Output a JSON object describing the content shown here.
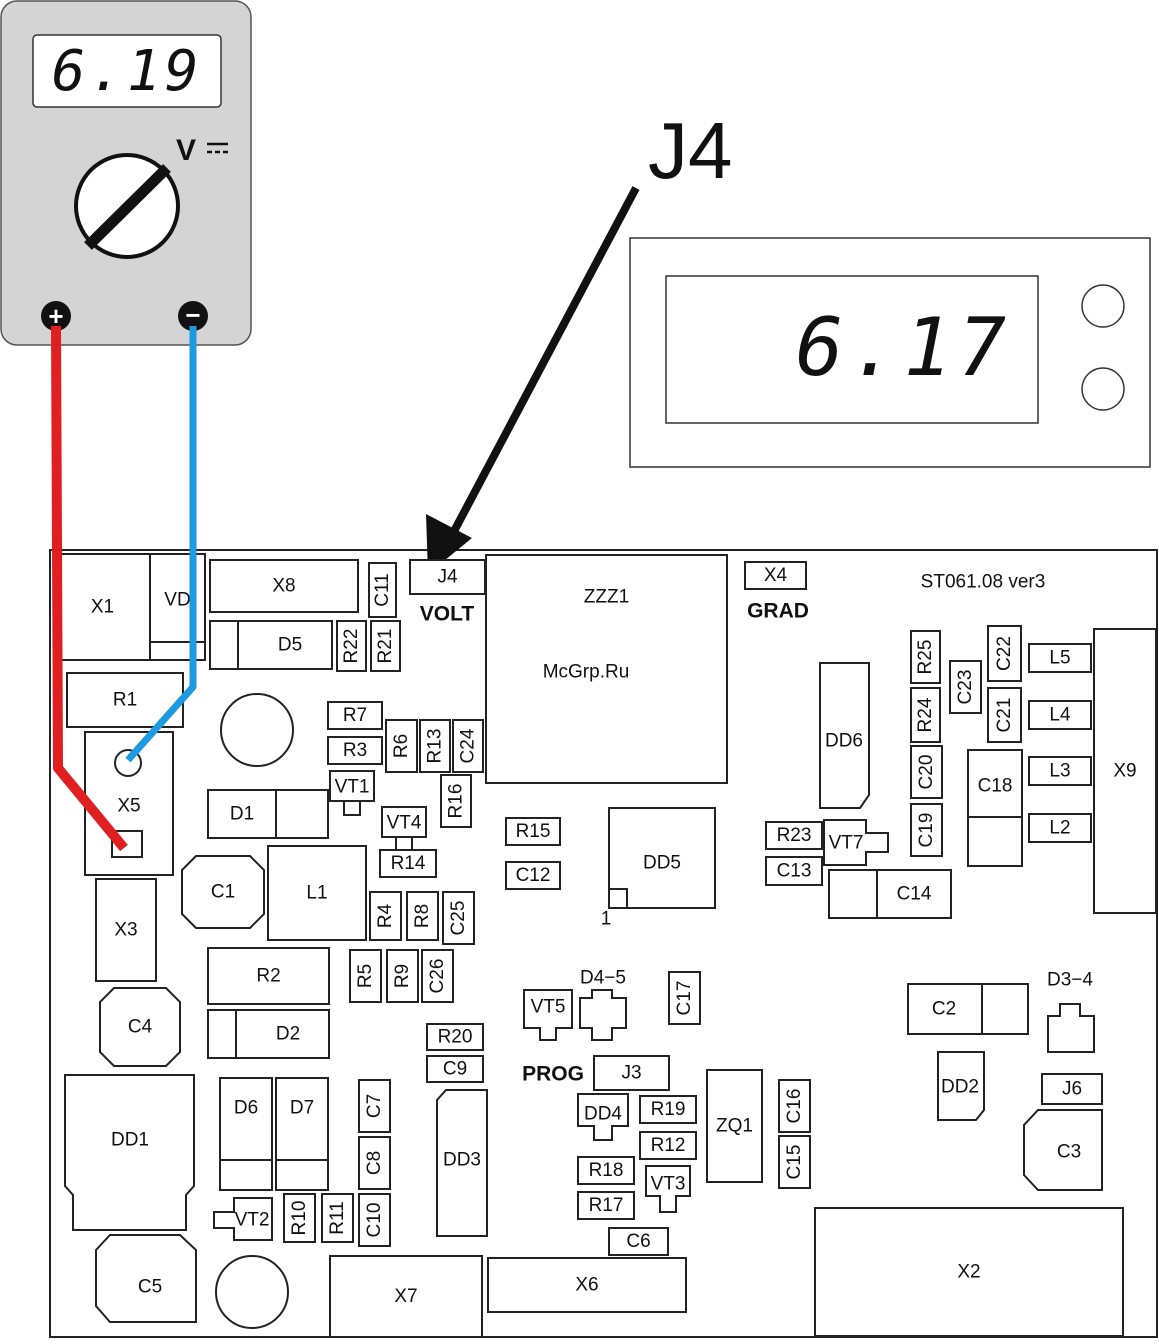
{
  "multimeter": {
    "reading": "6.19",
    "unit": "V",
    "terminal_plus": "+",
    "terminal_minus": "−"
  },
  "callout": {
    "label": "J4"
  },
  "panel": {
    "reading": "6.17"
  },
  "board": {
    "title": "ST061.08 ver3",
    "watermark": "McGrp.Ru",
    "pad1": "1",
    "silk": {
      "volt": "VOLT",
      "grad": "GRAD",
      "prog": "PROG",
      "d45": "D4−5",
      "d34": "D3−4"
    },
    "components": {
      "X1": "X1",
      "VD": "VD",
      "X8": "X8",
      "C11": "C11",
      "J4": "J4",
      "ZZZ1": "ZZZ1",
      "X4": "X4",
      "D5": "D5",
      "R22": "R22",
      "R21": "R21",
      "R25": "R25",
      "C22": "C22",
      "L5": "L5",
      "C23": "C23",
      "R1": "R1",
      "DD6": "DD6",
      "R24": "R24",
      "C21": "C21",
      "L4": "L4",
      "R7": "R7",
      "R6": "R6",
      "R13": "R13",
      "C24": "C24",
      "R3": "R3",
      "X5": "X5",
      "VT1": "VT1",
      "C20": "C20",
      "C18": "C18",
      "L3": "L3",
      "X9": "X9",
      "VT4": "VT4",
      "R16": "R16",
      "D1": "D1",
      "R15": "R15",
      "DD5": "DD5",
      "R23": "R23",
      "VT7": "VT7",
      "C19": "C19",
      "L2": "L2",
      "R14": "R14",
      "C12": "C12",
      "C13": "C13",
      "C1": "C1",
      "L1": "L1",
      "C14": "C14",
      "X3": "X3",
      "R4": "R4",
      "R8": "R8",
      "C25": "C25",
      "R2": "R2",
      "R5": "R5",
      "R9": "R9",
      "C26": "C26",
      "VT5": "VT5",
      "C17": "C17",
      "C2": "C2",
      "C4": "C4",
      "D2": "D2",
      "R20": "R20",
      "C9": "C9",
      "J3": "J3",
      "DD2": "DD2",
      "J6": "J6",
      "DD1": "DD1",
      "D6": "D6",
      "D7": "D7",
      "C7": "C7",
      "DD3": "DD3",
      "DD4": "DD4",
      "R19": "R19",
      "ZQ1": "ZQ1",
      "C16": "C16",
      "C8": "C8",
      "R12": "R12",
      "C3": "C3",
      "R18": "R18",
      "VT3": "VT3",
      "C15": "C15",
      "VT2": "VT2",
      "R10": "R10",
      "R11": "R11",
      "C10": "C10",
      "R17": "R17",
      "C6": "C6",
      "C5": "C5",
      "X7": "X7",
      "X6": "X6",
      "X2": "X2"
    }
  },
  "colors": {
    "meter_body": "#d4d4d4",
    "probe_plus": "#e02020",
    "probe_minus": "#1e9be0",
    "watermark": "#e8191b",
    "outline": "#222222"
  }
}
